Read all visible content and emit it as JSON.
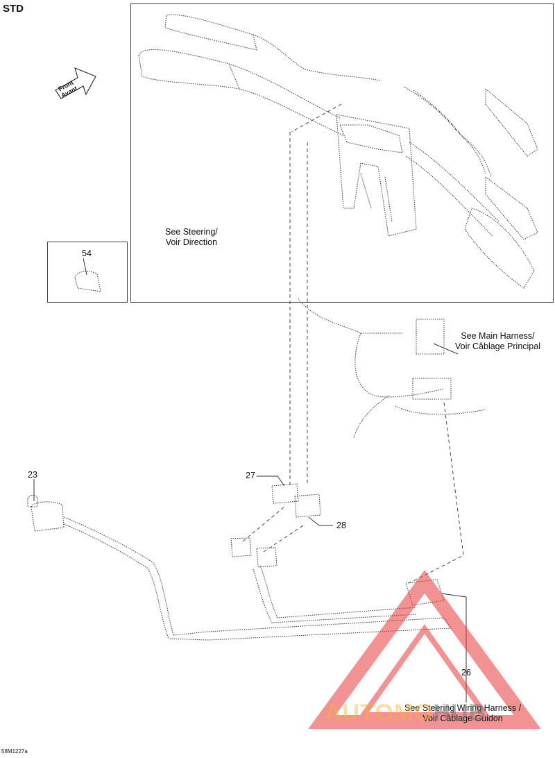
{
  "diagram": {
    "version_label": "STD",
    "direction_label": {
      "line1": "Front",
      "line2": "Avant"
    },
    "notes": {
      "steering": {
        "line1": "See Steering/",
        "line2": "Voir Direction"
      },
      "main_harness": {
        "line1": "See Main Harness/",
        "line2": "Voir Câblage Principal"
      },
      "steering_wiring": {
        "line1": "See Steering Wiring Harness /",
        "line2": "Voir Câblage Guidon"
      }
    },
    "callouts": {
      "p23": "23",
      "p26": "26",
      "p27": "27",
      "p28": "28",
      "p54": "54"
    },
    "figure_id": "58M1227a"
  },
  "watermark": {
    "text_main": "AUTOMO",
    "text_hub": "HUB",
    "color_triangle": "#e83a3a",
    "color_text": "#f5b43c"
  }
}
